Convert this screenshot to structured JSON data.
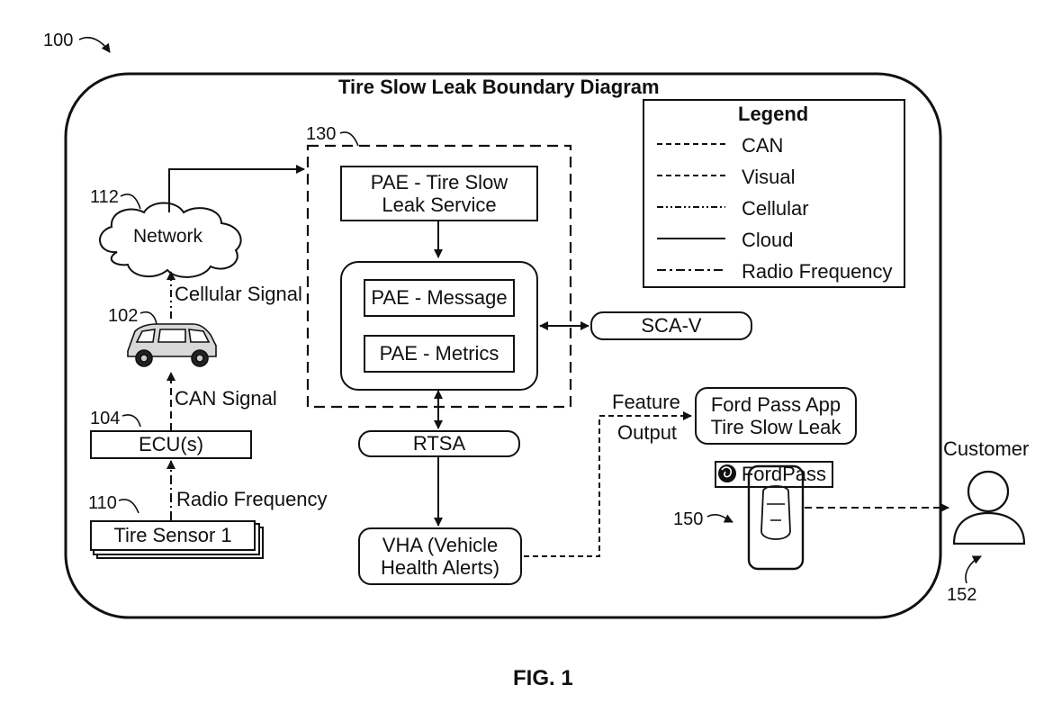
{
  "diagram": {
    "title": "Tire Slow Leak Boundary Diagram",
    "figure_label": "FIG. 1",
    "ref_labels": {
      "system": "100",
      "network": "112",
      "vehicle": "102",
      "ecu": "104",
      "tire_sensor": "110",
      "platform": "130",
      "phone": "150",
      "customer": "152"
    },
    "nodes": {
      "network": "Network",
      "ecu": "ECU(s)",
      "tire_sensor": "Tire Sensor 1",
      "pae_service_line1": "PAE - Tire Slow",
      "pae_service_line2": "Leak Service",
      "pae_message": "PAE - Message",
      "pae_metrics": "PAE - Metrics",
      "sca_v": "SCA-V",
      "rtsa": "RTSA",
      "vha_line1": "VHA (Vehicle",
      "vha_line2": "Health Alerts)",
      "app_line1": "Ford Pass App",
      "app_line2": "Tire Slow Leak",
      "fordpass_brand": "FordPass",
      "customer": "Customer"
    },
    "edge_labels": {
      "cellular_signal": "Cellular Signal",
      "can_signal": "CAN Signal",
      "radio_frequency": "Radio Frequency",
      "feature": "Feature",
      "output": "Output"
    },
    "legend": {
      "title": "Legend",
      "items": [
        {
          "label": "CAN",
          "style": "dashed"
        },
        {
          "label": "Visual",
          "style": "dashed"
        },
        {
          "label": "Cellular",
          "style": "dash-dot-dot"
        },
        {
          "label": "Cloud",
          "style": "solid"
        },
        {
          "label": "Radio Frequency",
          "style": "dash-dot"
        }
      ]
    }
  }
}
